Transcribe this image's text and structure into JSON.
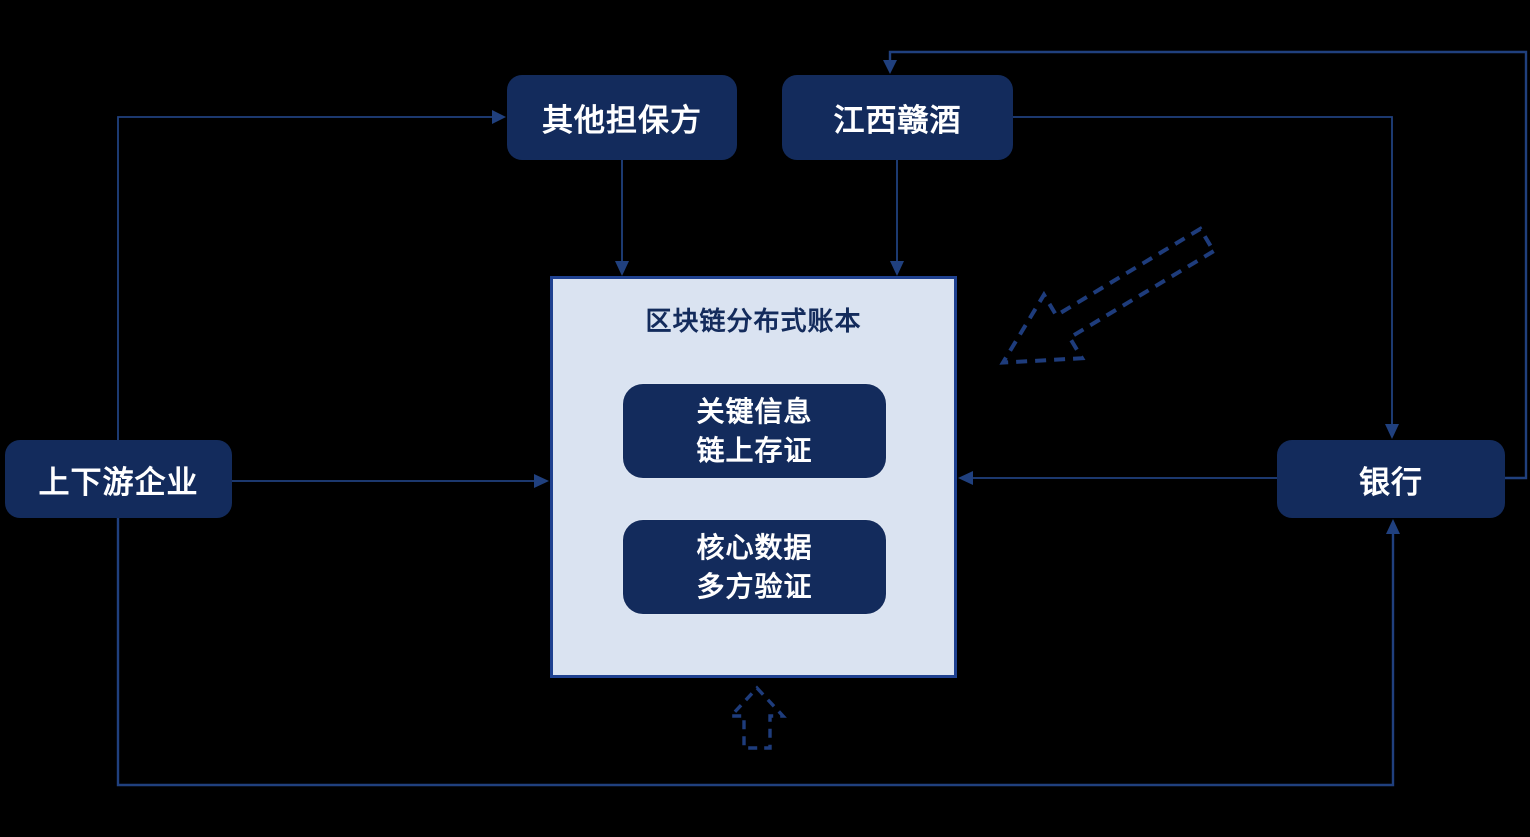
{
  "theme": {
    "bg": "#000000",
    "navy": "#132b5c",
    "panel": "#dae3f1",
    "panel_border": "#1f4190",
    "line": "#20407e",
    "dash": "#1e3c7c"
  },
  "nodes": {
    "other_guarantor": {
      "label": "其他担保方"
    },
    "jiangxi_ganjiu": {
      "label": "江西赣酒"
    },
    "upstream_downstream": {
      "label": "上下游企业"
    },
    "bank": {
      "label": "银行"
    },
    "ledger": {
      "title": "区块链分布式账本",
      "item1": {
        "line1": "关键信息",
        "line2": "链上存证"
      },
      "item2": {
        "line1": "核心数据",
        "line2": "多方验证"
      }
    }
  }
}
